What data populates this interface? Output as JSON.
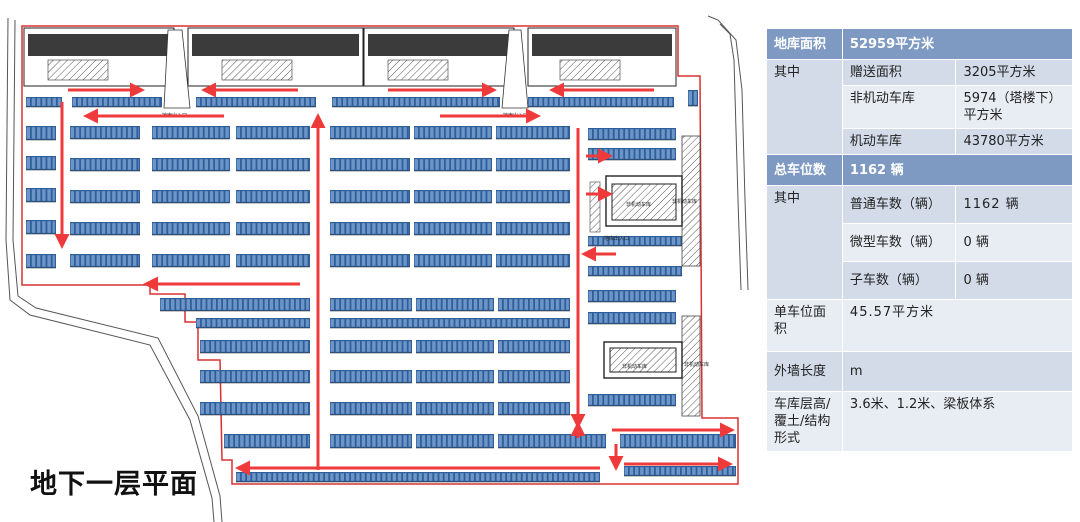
{
  "plan": {
    "title": "地下一层平面",
    "labels": {
      "ramp_1": "地库出入口",
      "ramp_2": "地库出入口",
      "ramp_3": "地库出入口",
      "equip_room_1": "非机动车库",
      "equip_room_2": "非机动车库",
      "lift_1": "非机动车库",
      "lift_2": "非机动车库"
    }
  },
  "table": {
    "area_label": "地库面积",
    "area_value": "52959平方米",
    "area_sub_label": "其中",
    "gift_area_label": "赠送面积",
    "gift_area_value": "3205平方米",
    "nonmotor_label": "非机动车库",
    "nonmotor_value": "5974（塔楼下）平方米",
    "motor_label": "机动车库",
    "motor_value": "43780平方米",
    "spaces_label": "总车位数",
    "spaces_value": "1162 辆",
    "spaces_sub_label": "其中",
    "normal_label": "普通车数（辆）",
    "normal_value": "1162 辆",
    "micro_label": "微型车数（辆）",
    "micro_value": "0 辆",
    "child_label": "子车数（辆）",
    "child_value": "0 辆",
    "unit_area_label": "单车位面积",
    "unit_area_value": "45.57平方米",
    "wall_label": "外墙长度",
    "wall_value": "m",
    "height_label": "车库层高/覆土/结构形式",
    "height_value": "3.6米、1.2米、梁板体系"
  }
}
